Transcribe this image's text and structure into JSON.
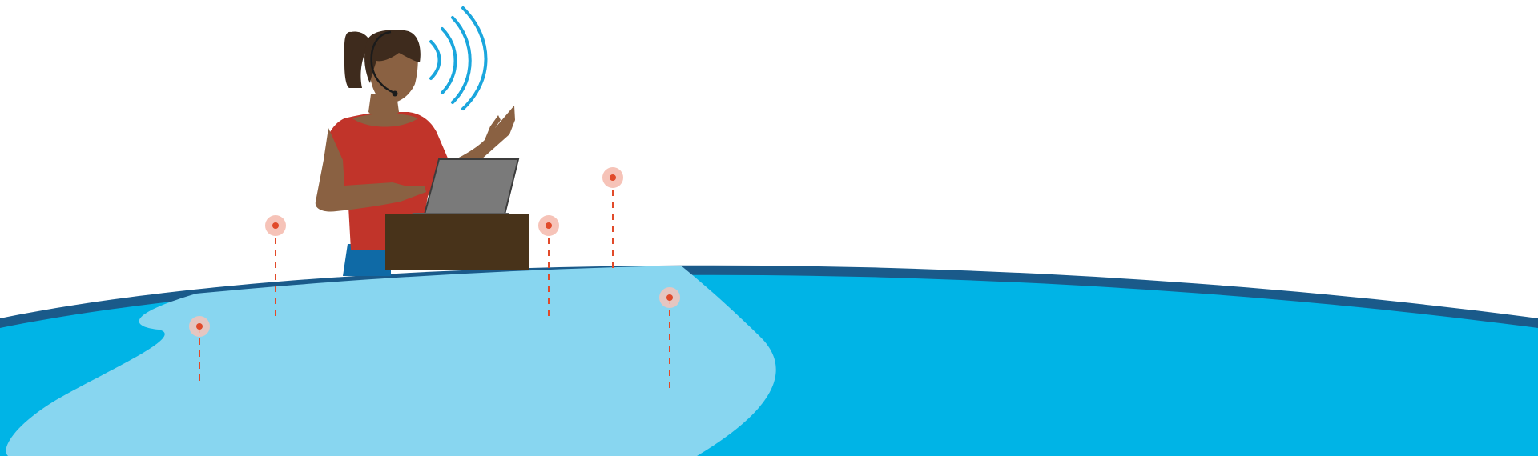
{
  "colors": {
    "background": "#ffffff",
    "globe_ocean": "#00b4e6",
    "globe_land": "#88d6f0",
    "globe_rim": "#1a5a8a",
    "signal_waves": "#1aa6dd",
    "skin": "#8a6142",
    "hair": "#3e2b1d",
    "shirt": "#c1342a",
    "pants": "#0f6aa6",
    "desk": "#48331a",
    "laptop": "#7a7a7a",
    "pin_halo": "#f6c3b8",
    "pin_dot": "#e14a2a",
    "pin_line": "#e14a2a"
  },
  "icons": {
    "person": "customer-service-agent-icon",
    "headset": "headset-icon",
    "signal": "wireless-signal-icon",
    "laptop": "laptop-icon",
    "pin": "location-pin-icon"
  },
  "location_pins": [
    {
      "id": "pin-1"
    },
    {
      "id": "pin-2"
    },
    {
      "id": "pin-3"
    },
    {
      "id": "pin-4"
    },
    {
      "id": "pin-5"
    }
  ]
}
